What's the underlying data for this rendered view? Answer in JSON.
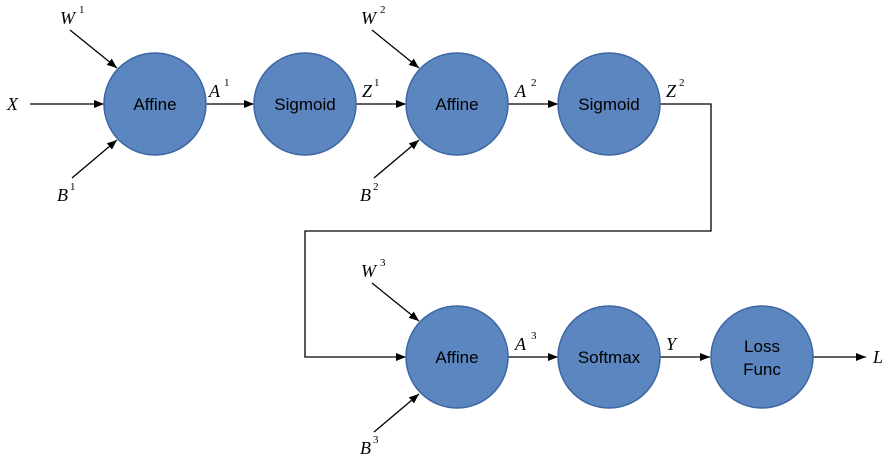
{
  "colors": {
    "node_fill": "#5b86c0",
    "node_stroke": "#3d67a3",
    "edge": "#000000"
  },
  "nodes": {
    "affine1": "Affine",
    "sigmoid1": "Sigmoid",
    "affine2": "Affine",
    "sigmoid2": "Sigmoid",
    "affine3": "Affine",
    "softmax": "Softmax",
    "loss_line1": "Loss",
    "loss_line2": "Func"
  },
  "variables": {
    "x": {
      "base": "X"
    },
    "w1": {
      "base": "W",
      "sup": "1"
    },
    "b1": {
      "base": "B",
      "sup": "1"
    },
    "a1": {
      "base": "A",
      "sup": "1"
    },
    "z1": {
      "base": "Z",
      "sup": "1"
    },
    "w2": {
      "base": "W",
      "sup": "2"
    },
    "b2": {
      "base": "B",
      "sup": "2"
    },
    "a2": {
      "base": "A",
      "sup": "2"
    },
    "z2": {
      "base": "Z",
      "sup": "2"
    },
    "w3": {
      "base": "W",
      "sup": "3"
    },
    "b3": {
      "base": "B",
      "sup": "3"
    },
    "a3": {
      "base": "A",
      "sup": "3"
    },
    "y": {
      "base": "Y"
    },
    "l": {
      "base": "L"
    }
  }
}
